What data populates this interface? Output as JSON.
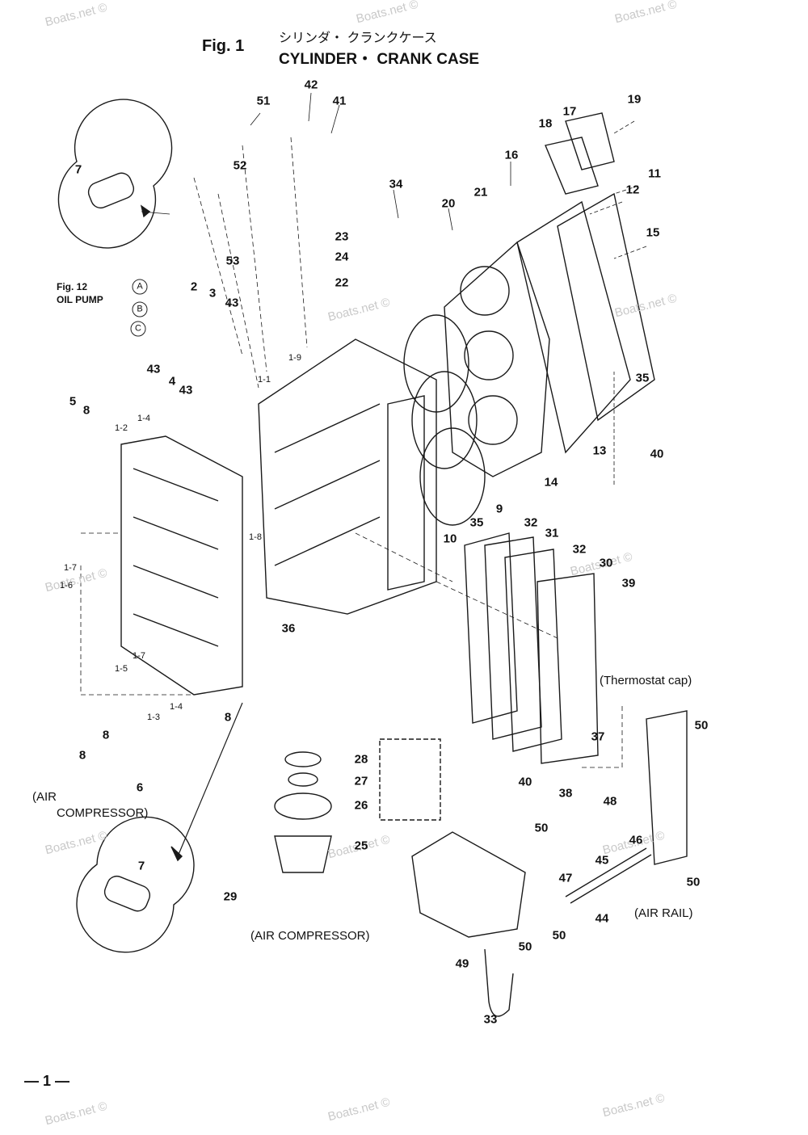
{
  "header": {
    "fig_number": "Fig. 1",
    "title_jp": "シリンダ・ クランクケース",
    "title_en": "CYLINDER・ CRANK CASE"
  },
  "page_number": "— 1 —",
  "watermark": "Boats.net ©",
  "callouts": {
    "c51": "51",
    "c42": "42",
    "c41": "41",
    "c52": "52",
    "c53": "53",
    "c7a": "7",
    "c7b": "7",
    "c2": "2",
    "c3": "3",
    "c43a": "43",
    "c43b": "43",
    "c43c": "43",
    "c4": "4",
    "c5": "5",
    "c8a": "8",
    "c8b": "8",
    "c8c": "8",
    "c8d": "8",
    "c6": "6",
    "c1_1": "1-1",
    "c1_9": "1-9",
    "c1_2": "1-2",
    "c1_4a": "1-4",
    "c1_4b": "1-4",
    "c1_8": "1-8",
    "c1_7a": "1-7",
    "c1_7b": "1-7",
    "c1_6": "1-6",
    "c1_5": "1-5",
    "c1_3": "1-3",
    "c36": "36",
    "c23": "23",
    "c24": "24",
    "c22": "22",
    "c34": "34",
    "c20": "20",
    "c21": "21",
    "c16": "16",
    "c18": "18",
    "c17": "17",
    "c19": "19",
    "c12": "12",
    "c11": "11",
    "c15": "15",
    "c35a": "35",
    "c35b": "35",
    "c13": "13",
    "c40a": "40",
    "c40b": "40",
    "c14": "14",
    "c9": "9",
    "c10": "10",
    "c32a": "32",
    "c31": "31",
    "c32b": "32",
    "c30": "30",
    "c39": "39",
    "c37": "37",
    "c38": "38",
    "c48": "48",
    "c50a": "50",
    "c50b": "50",
    "c50c": "50",
    "c50d": "50",
    "c50e": "50",
    "c46": "46",
    "c45": "45",
    "c47": "47",
    "c44": "44",
    "c28": "28",
    "c27": "27",
    "c26": "26",
    "c25": "25",
    "c29": "29",
    "c49": "49",
    "c33": "33"
  },
  "circled": {
    "a": "A",
    "b": "B",
    "c": "C"
  },
  "notes": {
    "fig12": "Fig. 12",
    "oil_pump": "OIL PUMP",
    "thermostat": "(Thermostat cap)",
    "air_compressor_left_1": "(AIR",
    "air_compressor_left_2": "COMPRESSOR)",
    "air_compressor_bottom": "(AIR COMPRESSOR)",
    "air_rail": "(AIR RAIL)"
  }
}
